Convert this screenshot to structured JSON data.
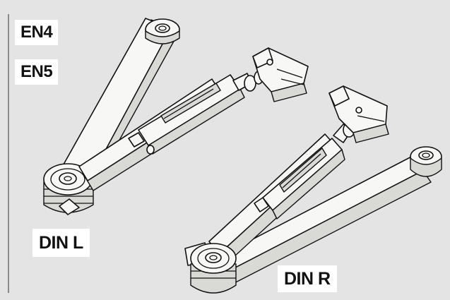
{
  "labels": {
    "en4": "EN4",
    "en5": "EN5",
    "din_l": "DIN L",
    "din_r": "DIN R"
  },
  "colors": {
    "background": "#e4e4e4",
    "label_background": "#ffffff",
    "ink": "#111111",
    "part_fill": "#f7f7f5",
    "part_shade": "#d9d9d6"
  }
}
